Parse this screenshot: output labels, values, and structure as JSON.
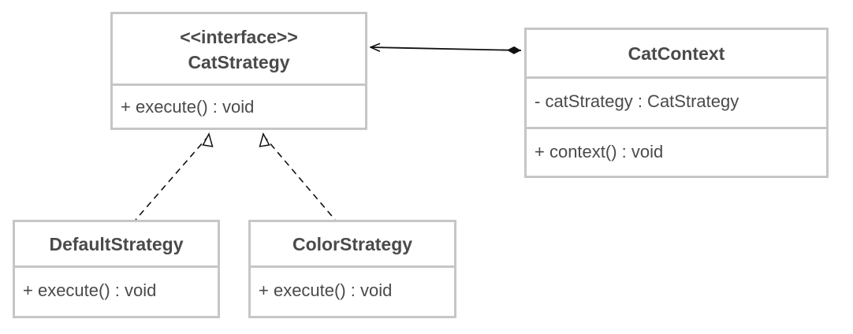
{
  "diagram": {
    "classes": {
      "cat_strategy": {
        "stereotype": "<<interface>>",
        "name": "CatStrategy",
        "methods": [
          "+ execute() : void"
        ]
      },
      "cat_context": {
        "name": "CatContext",
        "attributes": [
          "- catStrategy : CatStrategy"
        ],
        "methods": [
          "+ context() : void"
        ]
      },
      "default_strategy": {
        "name": "DefaultStrategy",
        "methods": [
          "+ execute() : void"
        ]
      },
      "color_strategy": {
        "name": "ColorStrategy",
        "methods": [
          "+ execute() : void"
        ]
      }
    },
    "colors": {
      "border": "#c6c6c6",
      "text": "#4a4a4a",
      "line": "#111111"
    }
  }
}
